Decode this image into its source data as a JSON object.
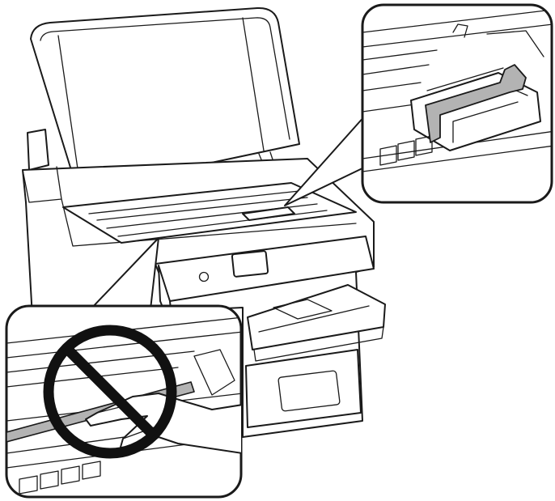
{
  "figure": {
    "subject": "printer-ink-tube-precaution",
    "callouts": [
      {
        "id": "tape-removal",
        "prohibited": false
      },
      {
        "id": "do-not-touch-cable",
        "prohibited": true
      }
    ],
    "colors": {
      "line": "#1a1a1a",
      "background": "#ffffff",
      "highlight_tape": "#b3b3b3",
      "prohibition_mark": "#111111"
    },
    "icons": [
      "prohibition-icon",
      "power-button-icon"
    ]
  }
}
